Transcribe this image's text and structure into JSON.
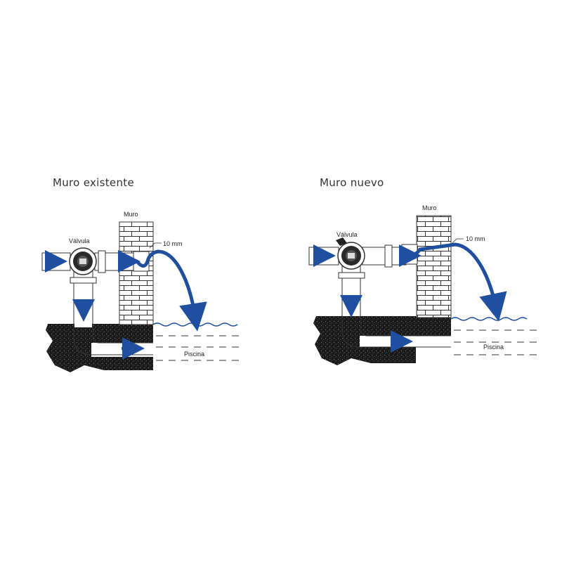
{
  "panels": [
    {
      "title": "Muro existente",
      "labels": {
        "wall": "Muro",
        "valve": "Válvula",
        "gap": "10 mm",
        "pool": "Piscina"
      }
    },
    {
      "title": "Muro nuevo",
      "labels": {
        "wall": "Muro",
        "valve": "Válvula",
        "gap": "10 mm",
        "pool": "Piscina"
      }
    }
  ],
  "colors": {
    "flow_arrow": "#1f4f9e",
    "water": "#1f4f9e",
    "ground": "#1a1a1a",
    "brick": "#333333"
  },
  "icons": {
    "flow": "arrow-right-icon",
    "down": "arrow-down-icon",
    "valve": "valve-icon"
  }
}
